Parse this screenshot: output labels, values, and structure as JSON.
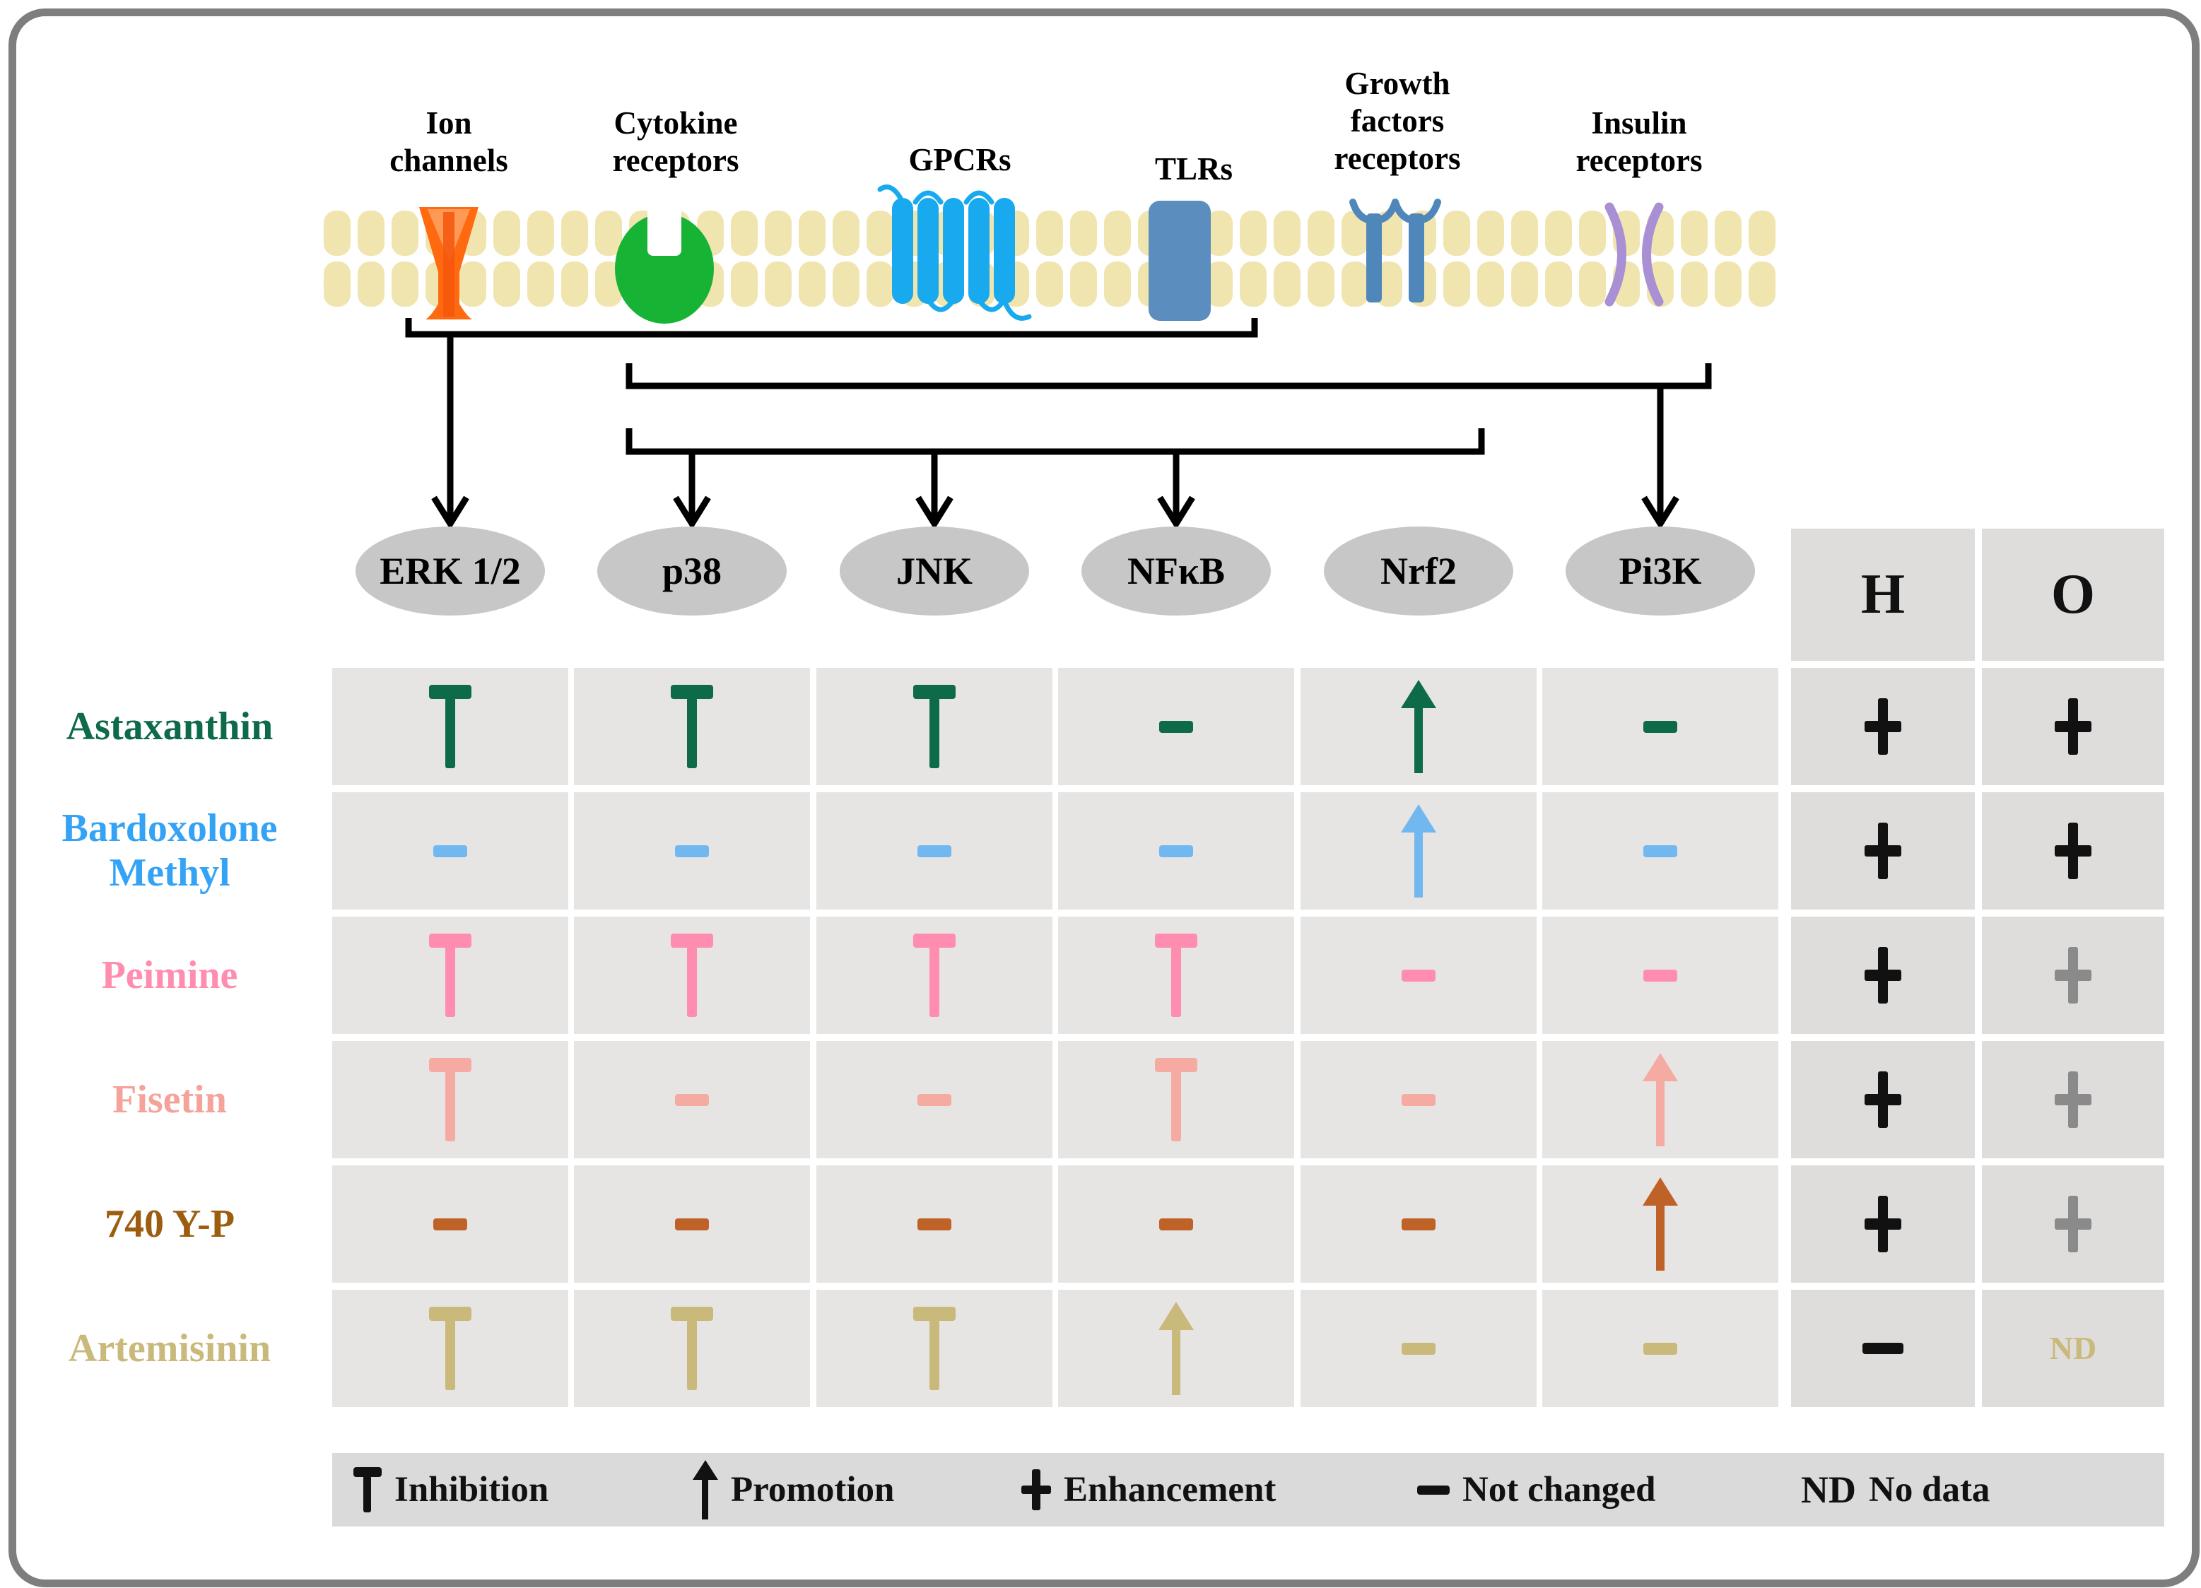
{
  "receptors": [
    {
      "id": "ion-channels",
      "label": "Ion\nchannels"
    },
    {
      "id": "cytokine-receptors",
      "label": "Cytokine\nreceptors"
    },
    {
      "id": "gpcrs",
      "label": "GPCRs"
    },
    {
      "id": "tlrs",
      "label": "TLRs"
    },
    {
      "id": "growth-factors-receptors",
      "label": "Growth\nfactors\nreceptors"
    },
    {
      "id": "insulin-receptors",
      "label": "Insulin\nreceptors"
    }
  ],
  "pathways": [
    "ERK 1/2",
    "p38",
    "JNK",
    "NFκB",
    "Nrf2",
    "Pi3K"
  ],
  "extra_headers": [
    "H",
    "O"
  ],
  "symbols": {
    "nd": "ND"
  },
  "palette": {
    "membrane_lipid": "#f1e5af",
    "ion_channel": "#ff6a10",
    "cytokine_receptor": "#17b335",
    "gpcr": "#18a9ee",
    "tlr": "#5c8dbf",
    "growth_factor_receptor": "#4f87ba",
    "insulin_receptor": "#a98fd4",
    "oval_gray": "#c7c7c7",
    "cell_gray": "#e6e5e3",
    "ho_gray": "#dedddb",
    "legend_gray": "#dbdada",
    "gray_plus": "#8a8a8a",
    "black": "#111111"
  },
  "compounds": [
    {
      "name": "Astaxanthin",
      "label_color": "#0e6b4a",
      "effect_color": "#0e6b4a",
      "effects": [
        "inhibit",
        "inhibit",
        "inhibit",
        "dash",
        "up",
        "dash"
      ],
      "h": {
        "sym": "plus",
        "color": "#111111"
      },
      "o": {
        "sym": "plus",
        "color": "#111111"
      }
    },
    {
      "name": "Bardoxolone\nMethyl",
      "label_color": "#35a3f5",
      "effect_color": "#72b8f0",
      "effects": [
        "dash",
        "dash",
        "dash",
        "dash",
        "up",
        "dash"
      ],
      "h": {
        "sym": "plus",
        "color": "#111111"
      },
      "o": {
        "sym": "plus",
        "color": "#111111"
      }
    },
    {
      "name": "Peimine",
      "label_color": "#ff8db0",
      "effect_color": "#ff8db0",
      "effects": [
        "inhibit",
        "inhibit",
        "inhibit",
        "inhibit",
        "dash",
        "dash"
      ],
      "h": {
        "sym": "plus",
        "color": "#111111"
      },
      "o": {
        "sym": "plus",
        "color": "#8a8a8a"
      }
    },
    {
      "name": "Fisetin",
      "label_color": "#f5a29b",
      "effect_color": "#f6aba2",
      "effects": [
        "inhibit",
        "dash",
        "dash",
        "inhibit",
        "dash",
        "up"
      ],
      "h": {
        "sym": "plus",
        "color": "#111111"
      },
      "o": {
        "sym": "plus",
        "color": "#8a8a8a"
      }
    },
    {
      "name": "740 Y-P",
      "label_color": "#9c5d0f",
      "effect_color": "#be6227",
      "effects": [
        "dash",
        "dash",
        "dash",
        "dash",
        "dash",
        "up"
      ],
      "h": {
        "sym": "plus",
        "color": "#111111"
      },
      "o": {
        "sym": "plus",
        "color": "#8a8a8a"
      }
    },
    {
      "name": "Artemisinin",
      "label_color": "#c9b97b",
      "effect_color": "#c9b97b",
      "effects": [
        "inhibit",
        "inhibit",
        "inhibit",
        "up",
        "dash",
        "dash"
      ],
      "h": {
        "sym": "minus",
        "color": "#111111"
      },
      "o": {
        "sym": "nd",
        "color": "#c9b97b"
      }
    }
  ],
  "legend": [
    {
      "sym": "inhibit",
      "label": "Inhibition"
    },
    {
      "sym": "up",
      "label": "Promotion"
    },
    {
      "sym": "plus",
      "label": "Enhancement"
    },
    {
      "sym": "minus",
      "label": "Not changed"
    },
    {
      "sym": "nd",
      "label": "No data"
    }
  ]
}
